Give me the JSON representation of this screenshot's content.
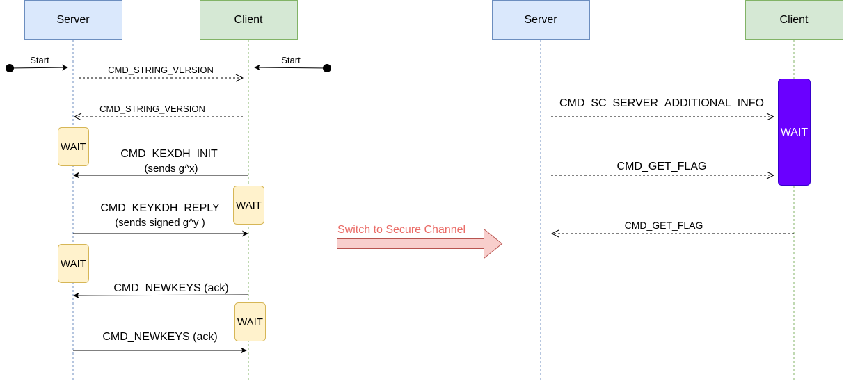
{
  "colors": {
    "server_fill": "#dae8fc",
    "server_stroke": "#6c8ebf",
    "client_fill": "#d5e8d4",
    "client_stroke": "#82b366",
    "wait_fill": "#fff2cc",
    "wait_stroke": "#d6b656",
    "wait_active_fill": "#6a00ff",
    "wait_active_stroke": "#3700cc",
    "transition_fill": "#f8cecc",
    "transition_stroke": "#b85450",
    "transition_text": "#ea6b66"
  },
  "left": {
    "server_label": "Server",
    "client_label": "Client",
    "server_start": "Start",
    "client_start": "Start",
    "messages": [
      {
        "text": "CMD_STRING_VERSION"
      },
      {
        "text": "CMD_STRING_VERSION"
      },
      {
        "text": "CMD_KEXDH_INIT",
        "sub": "(sends g^x)"
      },
      {
        "text": "CMD_KEYKDH_REPLY",
        "sub": "(sends signed g^y )"
      },
      {
        "text": "CMD_NEWKEYS (ack)"
      },
      {
        "text": "CMD_NEWKEYS (ack)"
      }
    ],
    "waits": [
      "WAIT",
      "WAIT",
      "WAIT",
      "WAIT"
    ]
  },
  "transition_label": "Switch to Secure Channel",
  "right": {
    "server_label": "Server",
    "client_label": "Client",
    "messages": [
      {
        "text": "CMD_SC_SERVER_ADDITIONAL_INFO"
      },
      {
        "text": "CMD_GET_FLAG"
      },
      {
        "text": "CMD_GET_FLAG"
      }
    ],
    "wait": "WAIT"
  }
}
